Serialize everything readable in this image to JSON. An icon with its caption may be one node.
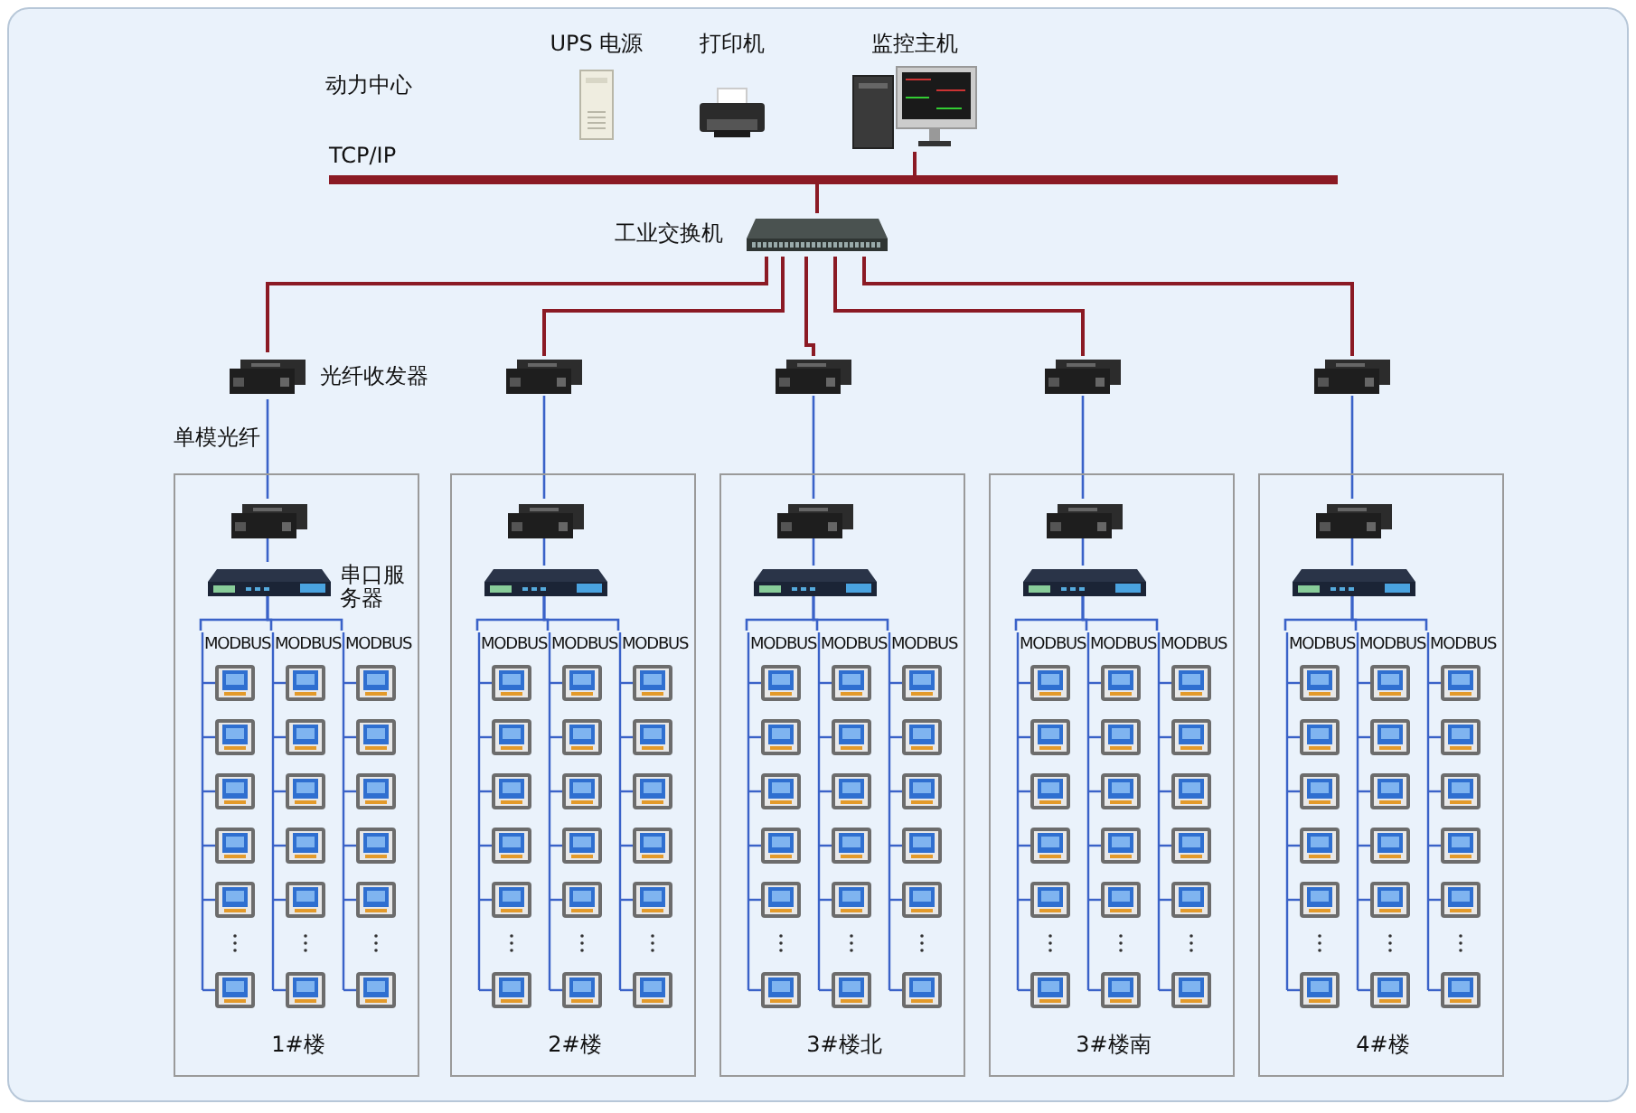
{
  "diagram": {
    "nodes": [
      {
        "text": [
          "UPS 电源"
        ]
      },
      {
        "text": [
          "打印机"
        ]
      },
      {
        "text": [
          "监控主机"
        ]
      },
      {
        "text": [],
        "shape": "bar"
      },
      {
        "text": [
          "工业交换机"
        ]
      },
      {
        "text": [
          "光纤收发器"
        ]
      },
      {
        "text": [],
        "shape": "picture"
      },
      {
        "text": [],
        "shape": "picture"
      },
      {
        "text": [],
        "shape": "picture"
      },
      {
        "text": [],
        "shape": "picture"
      },
      {
        "text": [
          "1#楼"
        ]
      },
      {
        "text": [],
        "shape": "picture",
        "in": 10
      },
      {
        "text": [
          "串口服务器"
        ],
        "in": 10
      },
      {
        "text": [
          "MODBUS"
        ],
        "in": 10
      },
      {
        "text": [
          "MODBUS"
        ],
        "in": 10
      },
      {
        "text": [
          "MODBUS"
        ],
        "in": 10
      },
      {
        "text": [
          "2#楼"
        ]
      },
      {
        "text": [],
        "shape": "picture",
        "in": 16
      },
      {
        "text": [],
        "shape": "picture",
        "in": 16
      },
      {
        "text": [
          "MODBUS"
        ],
        "in": 16
      },
      {
        "text": [
          "MODBUS"
        ],
        "in": 16
      },
      {
        "text": [
          "MODBUS"
        ],
        "in": 16
      },
      {
        "text": [
          "3#楼北"
        ]
      },
      {
        "text": [],
        "shape": "picture",
        "in": 22
      },
      {
        "text": [],
        "shape": "picture",
        "in": 22
      },
      {
        "text": [
          "MODBUS"
        ],
        "in": 22
      },
      {
        "text": [
          "MODBUS"
        ],
        "in": 22
      },
      {
        "text": [
          "MODBUS"
        ],
        "in": 22
      },
      {
        "text": [
          "3#楼南"
        ]
      },
      {
        "text": [],
        "shape": "picture",
        "in": 28
      },
      {
        "text": [],
        "shape": "picture",
        "in": 28
      },
      {
        "text": [
          "MODBUS"
        ],
        "in": 28
      },
      {
        "text": [
          "MODBUS"
        ],
        "in": 28
      },
      {
        "text": [
          "MODBUS"
        ],
        "in": 28
      },
      {
        "text": [
          "4#楼"
        ]
      },
      {
        "text": [],
        "shape": "picture",
        "in": 34
      },
      {
        "text": [],
        "shape": "picture",
        "in": 34
      },
      {
        "text": [
          "MODBUS"
        ],
        "in": 34
      },
      {
        "text": [
          "MODBUS"
        ],
        "in": 34
      },
      {
        "text": [
          "MODBUS"
        ],
        "in": 34
      }
    ],
    "edges": [
      {
        "from": 2,
        "to": 3,
        "arrow": "none",
        "color": "#8b1a24"
      },
      {
        "from": 3,
        "to": 4,
        "arrow": "none",
        "color": "#8b1a24"
      },
      {
        "from": 4,
        "to": 5,
        "arrow": "none",
        "color": "#8b1a24"
      },
      {
        "from": 4,
        "to": 6,
        "arrow": "none",
        "color": "#8b1a24"
      },
      {
        "from": 4,
        "to": 7,
        "arrow": "none",
        "color": "#8b1a24"
      },
      {
        "from": 4,
        "to": 8,
        "arrow": "none",
        "color": "#8b1a24"
      },
      {
        "from": 4,
        "to": 9,
        "arrow": "none",
        "color": "#8b1a24"
      },
      {
        "from": 5,
        "to": 11,
        "arrow": "none",
        "label": "单模光纤"
      },
      {
        "from": 6,
        "to": 17,
        "arrow": "none"
      },
      {
        "from": 7,
        "to": 23,
        "arrow": "none"
      },
      {
        "from": 8,
        "to": 29,
        "arrow": "none"
      },
      {
        "from": 9,
        "to": 35,
        "arrow": "none"
      },
      {
        "from": 11,
        "to": 12,
        "arrow": "none"
      },
      {
        "from": 17,
        "to": 18,
        "arrow": "none"
      },
      {
        "from": 23,
        "to": 24,
        "arrow": "none"
      },
      {
        "from": 29,
        "to": 30,
        "arrow": "none"
      },
      {
        "from": 35,
        "to": 36,
        "arrow": "none"
      },
      {
        "from": 12,
        "to": 13,
        "arrow": "none"
      },
      {
        "from": 12,
        "to": 14,
        "arrow": "none"
      },
      {
        "from": 12,
        "to": 15,
        "arrow": "none"
      },
      {
        "from": 18,
        "to": 19,
        "arrow": "none"
      },
      {
        "from": 18,
        "to": 20,
        "arrow": "none"
      },
      {
        "from": 18,
        "to": 21,
        "arrow": "none"
      },
      {
        "from": 24,
        "to": 25,
        "arrow": "none"
      },
      {
        "from": 24,
        "to": 26,
        "arrow": "none"
      },
      {
        "from": 24,
        "to": 27,
        "arrow": "none"
      },
      {
        "from": 30,
        "to": 31,
        "arrow": "none"
      },
      {
        "from": 30,
        "to": 32,
        "arrow": "none"
      },
      {
        "from": 30,
        "to": 33,
        "arrow": "none"
      },
      {
        "from": 36,
        "to": 37,
        "arrow": "none"
      },
      {
        "from": 36,
        "to": 38,
        "arrow": "none"
      },
      {
        "from": 36,
        "to": 39,
        "arrow": "none"
      }
    ],
    "labels": [
      "动力中心",
      "TCP/IP"
    ]
  }
}
